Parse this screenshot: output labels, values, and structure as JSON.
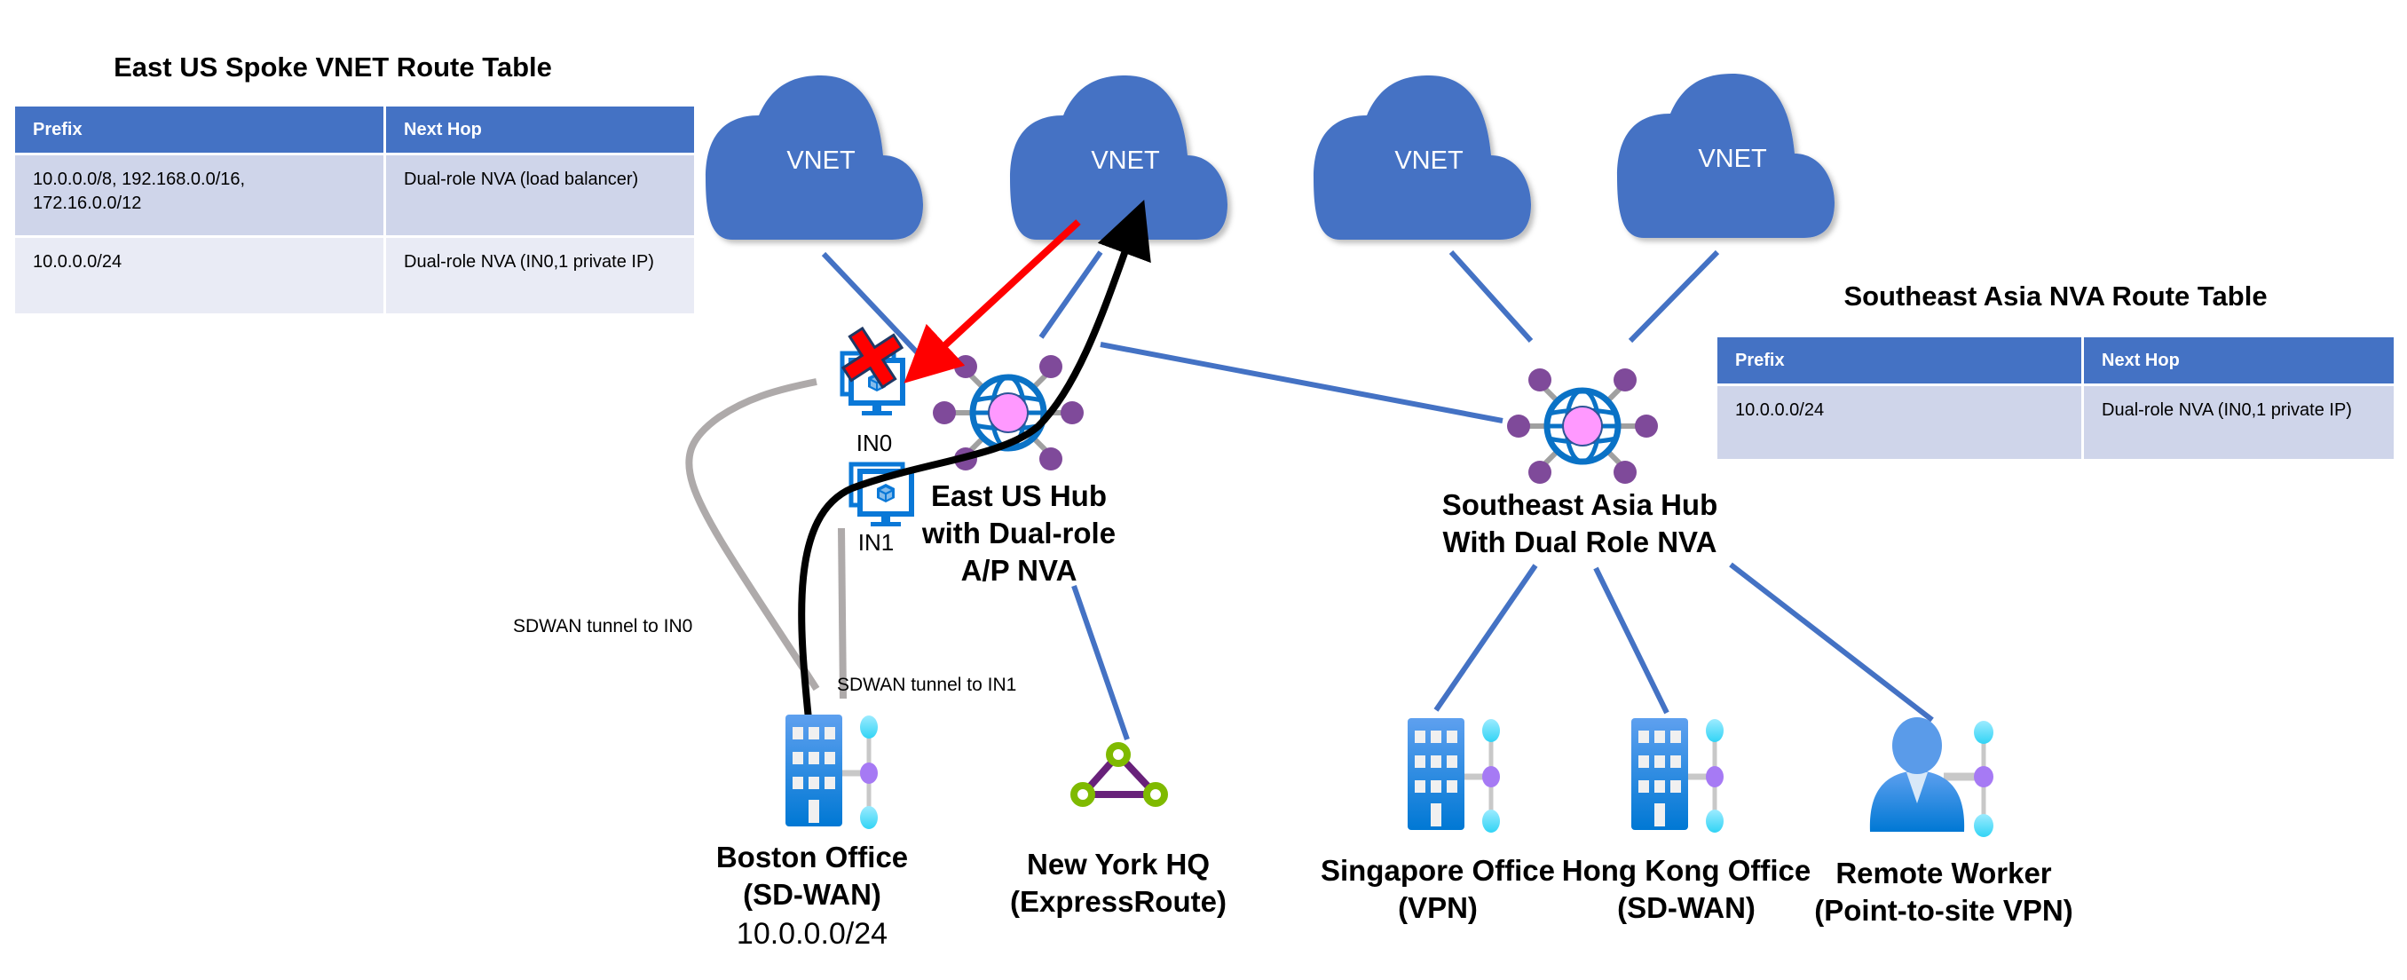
{
  "east_us_table": {
    "title": "East US Spoke VNET Route Table",
    "headers": [
      "Prefix",
      "Next Hop"
    ],
    "rows": [
      {
        "prefix": "10.0.0.0/8, 192.168.0.0/16, 172.16.0.0/12",
        "next_hop": "Dual-role NVA (load balancer)"
      },
      {
        "prefix": "10.0.0.0/24",
        "next_hop": "Dual-role NVA (IN0,1 private IP)"
      }
    ]
  },
  "sea_table": {
    "title": "Southeast Asia NVA Route Table",
    "headers": [
      "Prefix",
      "Next Hop"
    ],
    "rows": [
      {
        "prefix": "10.0.0.0/24",
        "next_hop": "Dual-role NVA (IN0,1 private IP)"
      }
    ]
  },
  "vnets": [
    {
      "label": "VNET"
    },
    {
      "label": "VNET"
    },
    {
      "label": "VNET"
    },
    {
      "label": "VNET"
    }
  ],
  "instances": {
    "in0": {
      "label": "IN0",
      "status": "failed"
    },
    "in1": {
      "label": "IN1",
      "status": "active"
    }
  },
  "hubs": {
    "east_us": {
      "line1": "East US Hub",
      "line2": "with Dual-role",
      "line3": "A/P NVA"
    },
    "sea": {
      "line1": "Southeast Asia Hub",
      "line2": "With Dual Role NVA"
    }
  },
  "tunnels": {
    "to_in0": "SDWAN tunnel to IN0",
    "to_in1": "SDWAN tunnel to IN1"
  },
  "sites": {
    "boston": {
      "line1": "Boston Office",
      "line2": "(SD-WAN)",
      "prefix": "10.0.0.0/24"
    },
    "new_york": {
      "line1": "New York HQ",
      "line2": "(ExpressRoute)"
    },
    "singapore": {
      "line1": "Singapore Office",
      "line2": "(VPN)"
    },
    "hong_kong": {
      "line1": "Hong Kong Office",
      "line2": "(SD-WAN)"
    },
    "remote": {
      "line1": "Remote Worker",
      "line2": "(Point-to-site VPN)"
    }
  },
  "colors": {
    "link_blue": "#4472c4",
    "failed_path": "#ff0000",
    "active_path": "#000000",
    "tunnel_gray": "#aeaaaa",
    "hub_purple": "#7f4a9a",
    "hub_pink": "#ff99ff",
    "globe_blue": "#0a72c6"
  }
}
